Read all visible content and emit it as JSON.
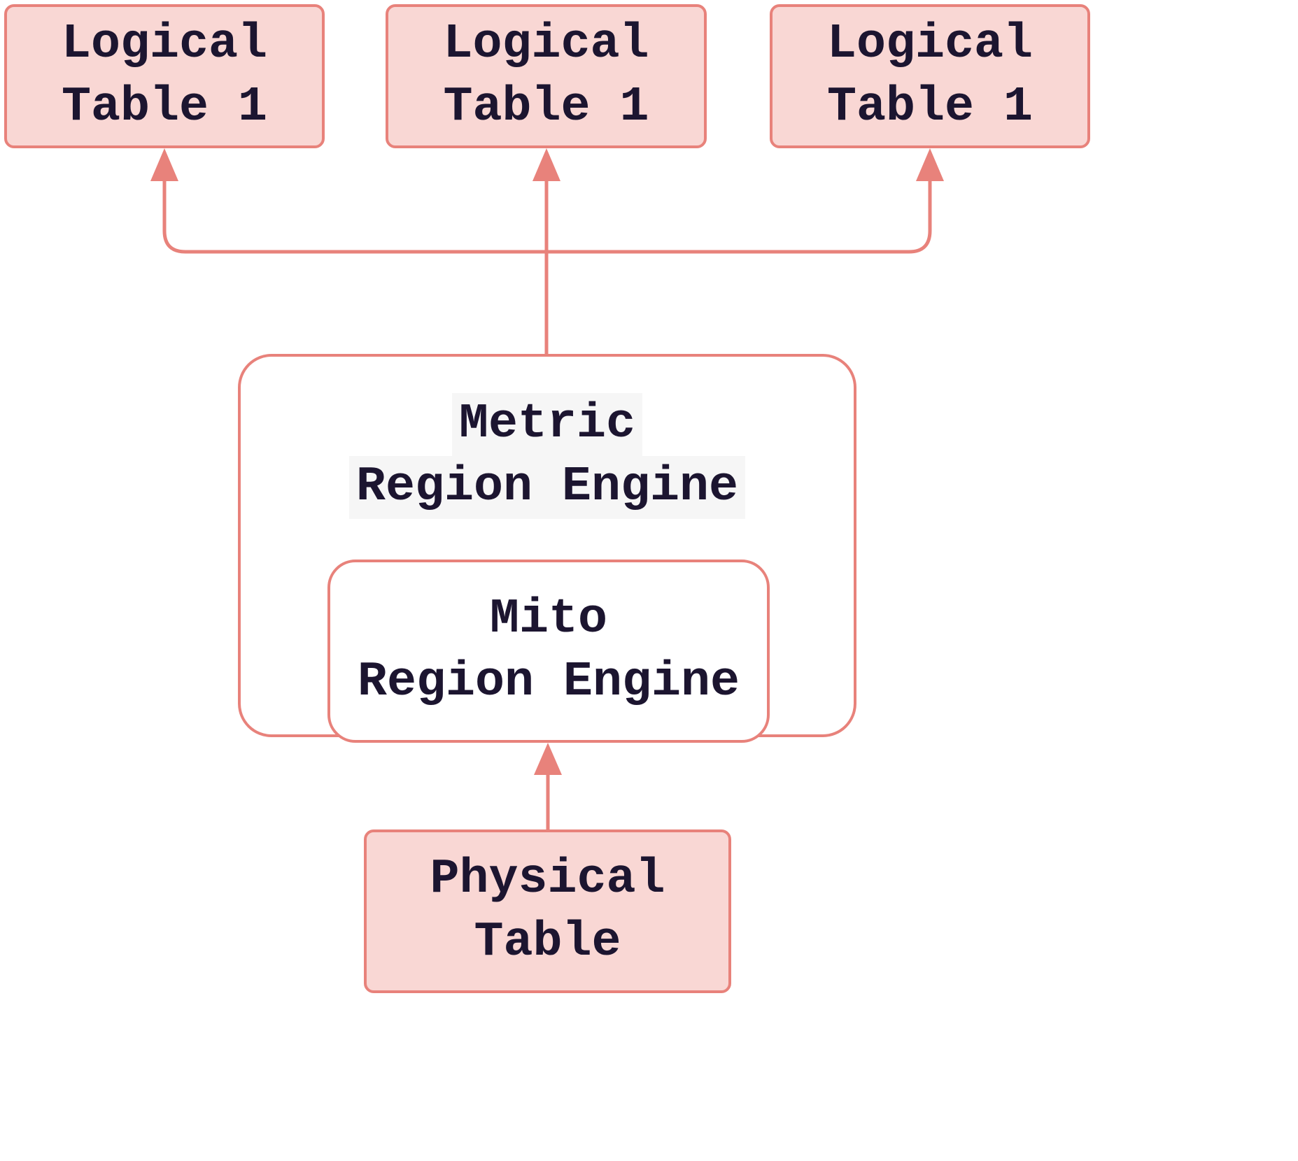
{
  "colors": {
    "accent": "#e8827b",
    "box_fill": "#f9d7d4",
    "text": "#1c1530",
    "bg": "#ffffff",
    "text_highlight": "#f6f6f6"
  },
  "nodes": {
    "logical_tables": [
      {
        "line1": "Logical",
        "line2": "Table 1"
      },
      {
        "line1": "Logical",
        "line2": "Table 1"
      },
      {
        "line1": "Logical",
        "line2": "Table 1"
      }
    ],
    "metric_engine": {
      "line1": "Metric",
      "line2": "Region Engine"
    },
    "mito_engine": {
      "line1": "Mito",
      "line2": "Region Engine"
    },
    "physical_table": {
      "line1": "Physical",
      "line2": "Table"
    }
  }
}
